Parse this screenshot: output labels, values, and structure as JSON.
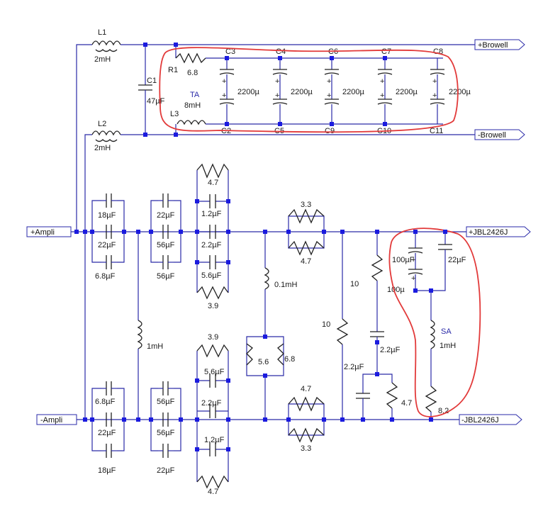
{
  "ports": {
    "plus_browell": "+Browell",
    "minus_browell": "-Browell",
    "plus_ampli": "+Ampli",
    "minus_ampli": "-Ampli",
    "plus_jbl": "+JBL2426J",
    "minus_jbl": "-JBL2426J"
  },
  "top": {
    "l1_name": "L1",
    "l1_value": "2mH",
    "l2_name": "L2",
    "l2_value": "2mH",
    "c1_name": "C1",
    "c1_value": "47µF",
    "r1_name": "R1",
    "r1_value": "6.8",
    "l3_name": "L3",
    "l3_value": "8mH",
    "ta": "TA",
    "caps_top": [
      "C3",
      "C4",
      "C6",
      "C7",
      "C8"
    ],
    "caps_bottom": [
      "C2",
      "C5",
      "C9",
      "C10",
      "C11"
    ],
    "cap_value": "2200µ"
  },
  "mid": {
    "top_pair_1": [
      "18µF",
      "22µF",
      "6.8µF"
    ],
    "top_pair_2": [
      "22µF",
      "56µF",
      "56µF"
    ],
    "top_col_3": [
      "4.7",
      "1.2µF",
      "2.2µF",
      "5.6µF",
      "3.9"
    ],
    "res_top": "3.3",
    "res_top_lower": "4.7",
    "ind_01": "0.1mH",
    "ind_1": "1mH",
    "bot_pair_1": [
      "6.8µF",
      "22µF",
      "18µF"
    ],
    "bot_pair_2": [
      "56µF",
      "56µF",
      "22µF"
    ],
    "bot_col_3": [
      "3.9",
      "5.6µF",
      "2.2µF",
      "1.2µF",
      "4.7"
    ],
    "res_56": "5.6",
    "res_68": "6.8",
    "res_bot": "4.7",
    "res_bot_lower": "3.3",
    "res_10a": "10",
    "res_10b": "10",
    "cap_22a": "2.2µF",
    "cap_22b": "2.2µF",
    "res_47r": "4.7",
    "cap_100a": "100µF",
    "cap_100b": "100µ",
    "cap_22f": "22µF",
    "sa": "SA",
    "ind_sa": "1mH",
    "res_82": "8.2"
  }
}
